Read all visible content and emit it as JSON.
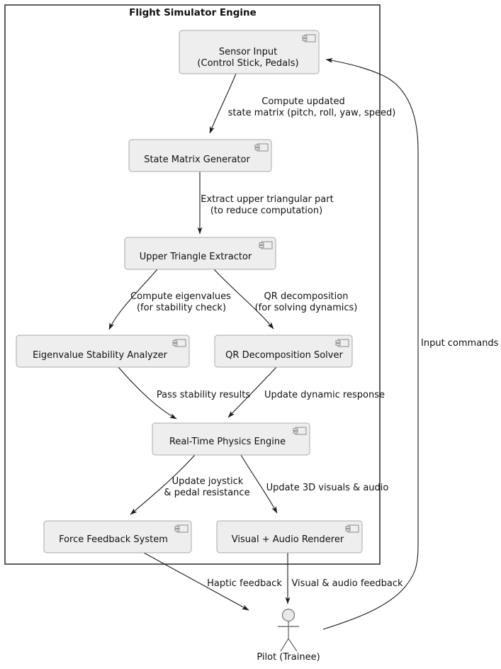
{
  "diagram": {
    "type": "uml-component-diagram",
    "title": "Flight Simulator Engine",
    "colors": {
      "background": "#ffffff",
      "box_fill": "#eeeeee",
      "box_border": "#ababab",
      "icon_border": "#8c8c8c",
      "edge_line": "#1a1a1a",
      "frame_border": "#181818",
      "text": "#111111",
      "actor_line": "#737373",
      "actor_head_fill": "#e8e8e8"
    },
    "components": [
      {
        "id": "sensor-input",
        "label_lines": [
          "Sensor Input",
          "(Control Stick, Pedals)"
        ]
      },
      {
        "id": "state-matrix-generator",
        "label_lines": [
          "State Matrix Generator"
        ]
      },
      {
        "id": "upper-triangle-extractor",
        "label_lines": [
          "Upper Triangle Extractor"
        ]
      },
      {
        "id": "eigenvalue-stability-analyzer",
        "label_lines": [
          "Eigenvalue Stability Analyzer"
        ]
      },
      {
        "id": "qr-decomposition-solver",
        "label_lines": [
          "QR Decomposition Solver"
        ]
      },
      {
        "id": "real-time-physics-engine",
        "label_lines": [
          "Real-Time Physics Engine"
        ]
      },
      {
        "id": "force-feedback-system",
        "label_lines": [
          "Force Feedback System"
        ]
      },
      {
        "id": "visual-audio-renderer",
        "label_lines": [
          "Visual + Audio Renderer"
        ]
      }
    ],
    "edges": [
      {
        "from": "sensor-input",
        "to": "state-matrix-generator",
        "label_lines": [
          "Compute updated",
          "state matrix (pitch, roll, yaw, speed)"
        ]
      },
      {
        "from": "state-matrix-generator",
        "to": "upper-triangle-extractor",
        "label_lines": [
          "Extract upper triangular part",
          "(to reduce computation)"
        ]
      },
      {
        "from": "upper-triangle-extractor",
        "to": "eigenvalue-stability-analyzer",
        "label_lines": [
          "Compute eigenvalues",
          "(for stability check)"
        ]
      },
      {
        "from": "upper-triangle-extractor",
        "to": "qr-decomposition-solver",
        "label_lines": [
          "QR decomposition",
          "(for solving dynamics)"
        ]
      },
      {
        "from": "eigenvalue-stability-analyzer",
        "to": "real-time-physics-engine",
        "label_lines": [
          "Pass stability results"
        ]
      },
      {
        "from": "qr-decomposition-solver",
        "to": "real-time-physics-engine",
        "label_lines": [
          "Update dynamic response"
        ]
      },
      {
        "from": "real-time-physics-engine",
        "to": "force-feedback-system",
        "label_lines": [
          "Update joystick",
          "& pedal resistance"
        ]
      },
      {
        "from": "real-time-physics-engine",
        "to": "visual-audio-renderer",
        "label_lines": [
          "Update 3D visuals & audio"
        ]
      },
      {
        "from": "force-feedback-system",
        "to": "pilot",
        "label_lines": [
          "Haptic feedback"
        ]
      },
      {
        "from": "visual-audio-renderer",
        "to": "pilot",
        "label_lines": [
          "Visual & audio feedback"
        ]
      },
      {
        "from": "pilot",
        "to": "sensor-input",
        "label_lines": [
          "Input commands"
        ]
      }
    ],
    "actor": {
      "id": "pilot",
      "label": "Pilot (Trainee)"
    }
  }
}
